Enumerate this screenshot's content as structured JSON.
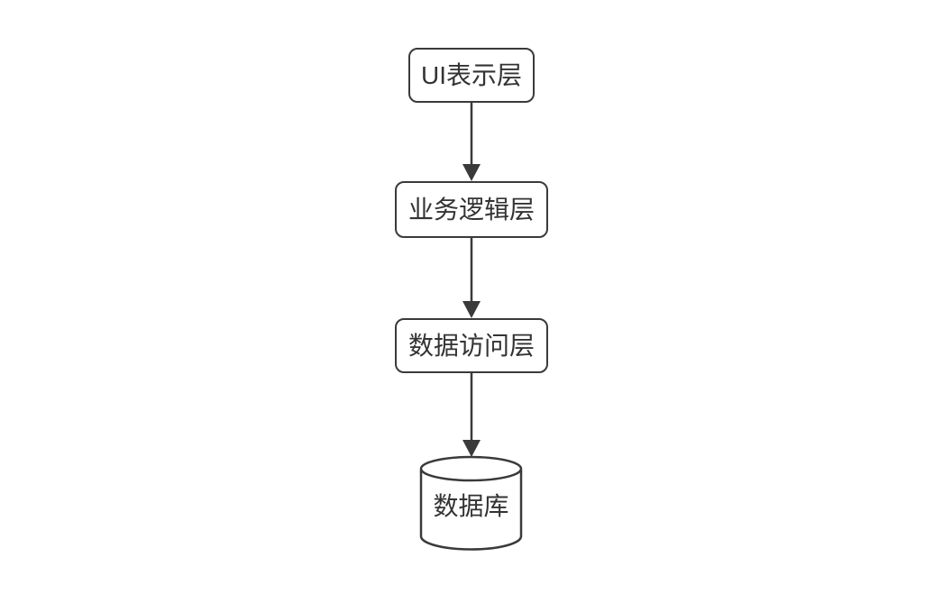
{
  "diagram": {
    "type": "flowchart",
    "direction": "top-down",
    "nodes": [
      {
        "id": "ui-layer",
        "shape": "rounded-rectangle",
        "label": "UI表示层"
      },
      {
        "id": "business-logic-layer",
        "shape": "rounded-rectangle",
        "label": "业务逻辑层"
      },
      {
        "id": "data-access-layer",
        "shape": "rounded-rectangle",
        "label": "数据访问层"
      },
      {
        "id": "database",
        "shape": "cylinder",
        "label": "数据库"
      }
    ],
    "edges": [
      {
        "from": "UI表示层",
        "to": "业务逻辑层",
        "style": "solid-arrow-down"
      },
      {
        "from": "业务逻辑层",
        "to": "数据访问层",
        "style": "solid-arrow-down"
      },
      {
        "from": "数据访问层",
        "to": "数据库",
        "style": "solid-arrow-down"
      }
    ],
    "colors": {
      "background": "#ffffff",
      "node_fill": "#ffffff",
      "stroke": "#3a3a3a",
      "text": "#333333"
    }
  }
}
